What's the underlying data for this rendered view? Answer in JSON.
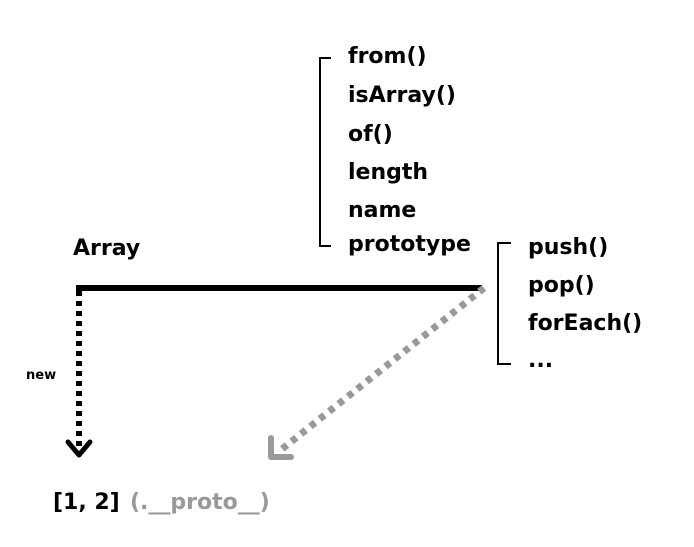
{
  "constructor": {
    "name": "Array"
  },
  "static_members": [
    "from()",
    "isArray()",
    "of()",
    "length",
    "name",
    "prototype"
  ],
  "prototype_members": [
    "push()",
    "pop()",
    "forEach()",
    "..."
  ],
  "new_arrow_label": "new",
  "instance": {
    "value": "[1, 2]",
    "proto_label": "(.__proto__)"
  },
  "colors": {
    "ink": "#000000",
    "proto_link": "#999999"
  }
}
